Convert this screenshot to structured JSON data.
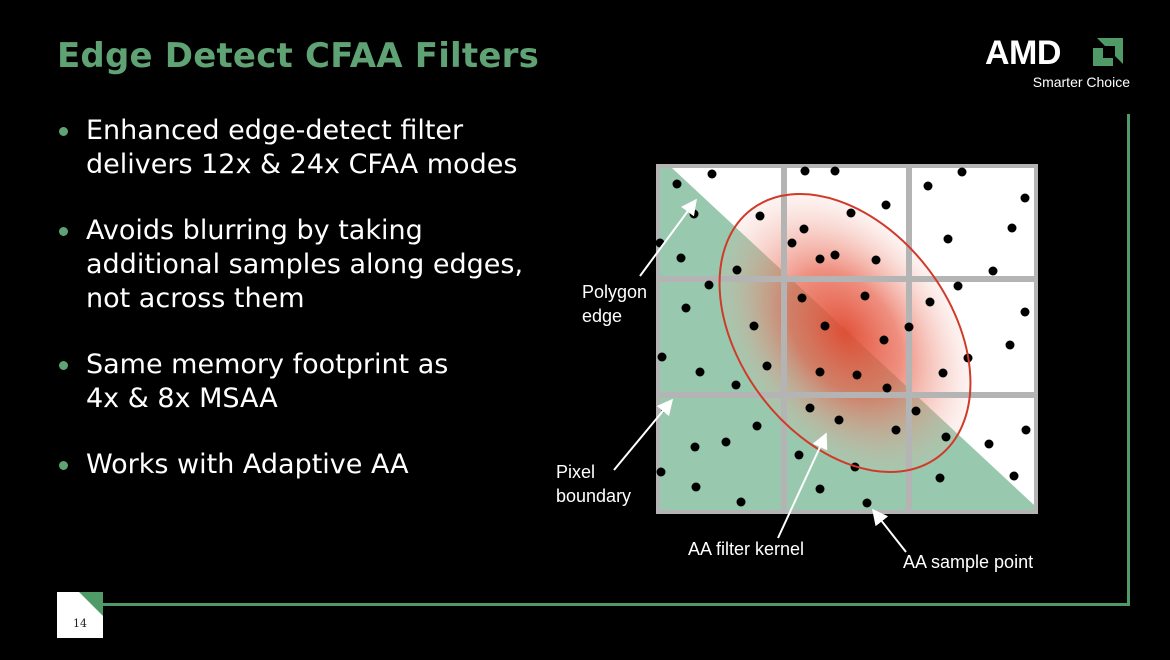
{
  "slide": {
    "title": "Edge Detect CFAA Filters",
    "page_number": "14"
  },
  "logo": {
    "brand": "AMD",
    "tagline": "Smarter Choice",
    "mark_icon": "amd-arrow-icon"
  },
  "bullets": [
    {
      "lines": [
        "Enhanced edge-detect filter",
        "delivers 12x & 24x CFAA modes"
      ]
    },
    {
      "lines": [
        "Avoids blurring by taking",
        "additional samples along edges,",
        "not across them"
      ]
    },
    {
      "lines": [
        "Same memory footprint as",
        "4x & 8x MSAA"
      ]
    },
    {
      "lines": [
        "Works with Adaptive AA"
      ]
    }
  ],
  "diagram": {
    "labels": {
      "polygon_edge_1": "Polygon",
      "polygon_edge_2": "edge",
      "pixel_boundary_1": "Pixel",
      "pixel_boundary_2": "boundary",
      "filter_kernel": "AA filter kernel",
      "sample_point": "AA sample point"
    }
  },
  "colors": {
    "accent_green": "#5fa375",
    "frame_green": "#4f9a67",
    "polygon_fill": "#98c9ae",
    "grid_gray": "#b4b4b4",
    "kernel_red": "#e04a30",
    "background": "#000000"
  }
}
